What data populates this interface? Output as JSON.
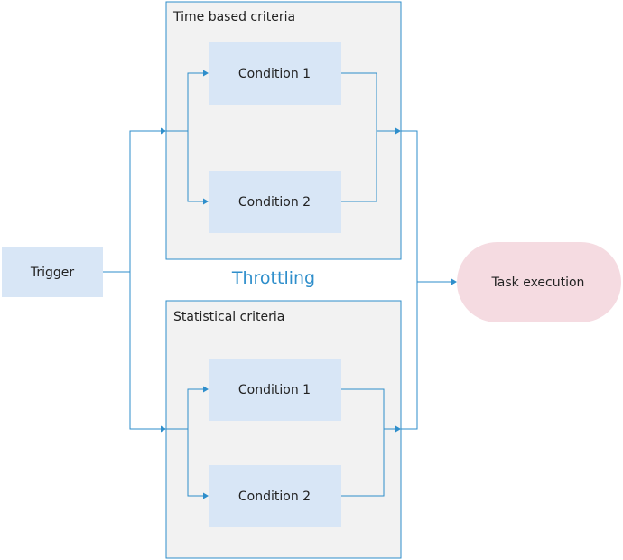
{
  "trigger": {
    "label": "Trigger"
  },
  "throttling": {
    "label": "Throttling"
  },
  "groups": [
    {
      "title": "Time based criteria",
      "conditions": [
        "Condition 1",
        "Condition 2"
      ]
    },
    {
      "title": "Statistical criteria",
      "conditions": [
        "Condition 1",
        "Condition 2"
      ]
    }
  ],
  "task": {
    "label": "Task execution"
  },
  "colors": {
    "accent": "#2e8ecb",
    "condition_fill": "#d8e6f6",
    "group_fill": "#f2f2f2",
    "task_fill": "#f5dbe1"
  }
}
